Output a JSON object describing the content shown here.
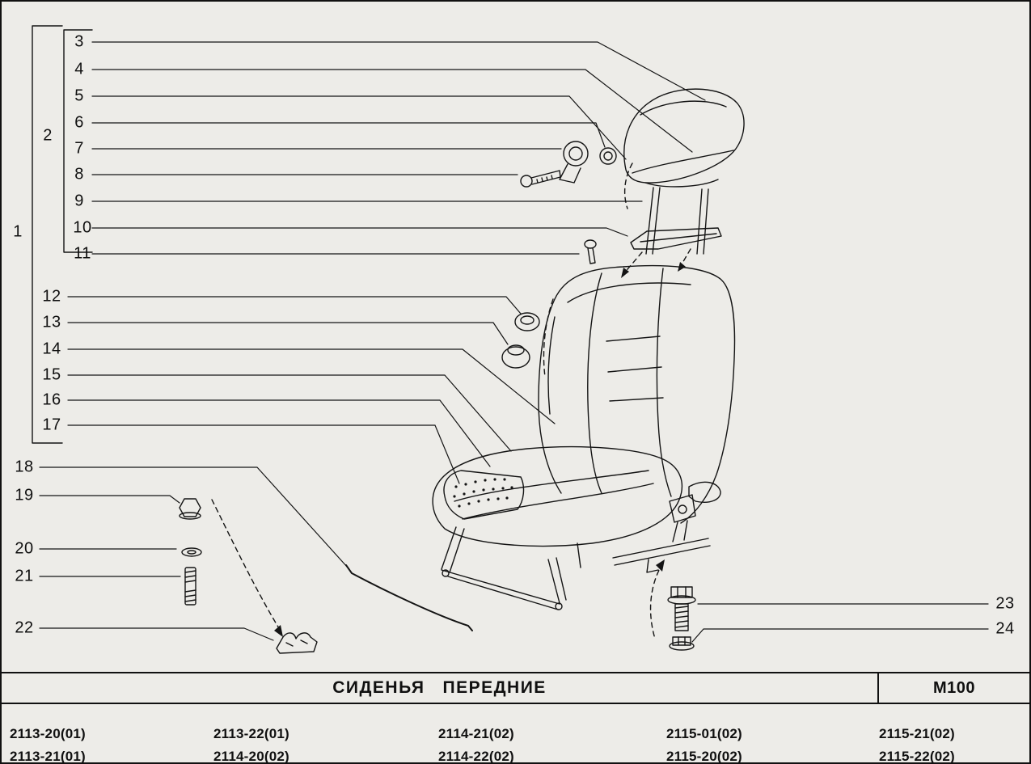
{
  "callouts": {
    "c1": "1",
    "c2": "2",
    "c3": "3",
    "c4": "4",
    "c5": "5",
    "c6": "6",
    "c7": "7",
    "c8": "8",
    "c9": "9",
    "c10": "10",
    "c11": "11",
    "c12": "12",
    "c13": "13",
    "c14": "14",
    "c15": "15",
    "c16": "16",
    "c17": "17",
    "c18": "18",
    "c19": "19",
    "c20": "20",
    "c21": "21",
    "c22": "22",
    "c23": "23",
    "c24": "24"
  },
  "footer": {
    "title": "СИДЕНЬЯ   ПЕРЕДНИЕ",
    "code": "М100",
    "models_row1": [
      "2113-20(01)",
      "2113-22(01)",
      "2114-21(02)",
      "2115-01(02)",
      "2115-21(02)"
    ],
    "models_row2": [
      "2113-21(01)",
      "2114-20(02)",
      "2114-22(02)",
      "2115-20(02)",
      "2115-22(02)"
    ]
  }
}
